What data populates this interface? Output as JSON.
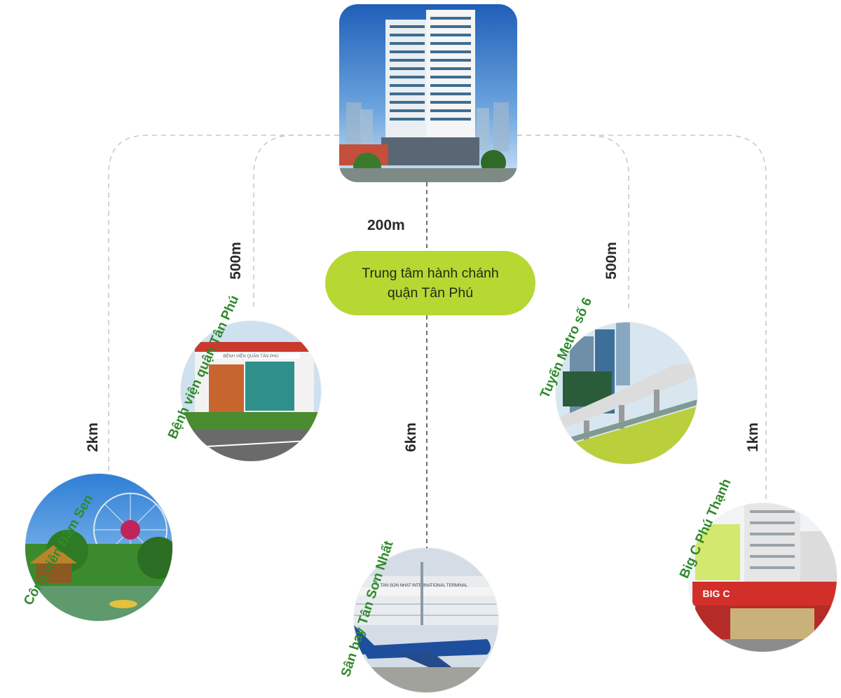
{
  "hub": {
    "name": "Trung tâm hành chánh quận Tân Phú",
    "name_line1": "Trung tâm hành chánh",
    "name_line2": "quận Tân Phú",
    "distance": "200m",
    "color": "#b7d733"
  },
  "colors": {
    "label_green": "#2f8a2c",
    "connector_gray": "#c9c9c9"
  },
  "points_of_interest": [
    {
      "id": "dam-sen",
      "name": "Công viên Đầm Sen",
      "distance": "2km"
    },
    {
      "id": "benh-vien",
      "name": "Bệnh viện quận Tân Phú",
      "distance": "500m"
    },
    {
      "id": "san-bay",
      "name": "Sân bay Tân Sơn Nhất",
      "distance": "6km"
    },
    {
      "id": "metro",
      "name": "Tuyến Metro số 6",
      "distance": "500m"
    },
    {
      "id": "big-c",
      "name": "Big C Phú Thạnh",
      "distance": "1km"
    }
  ],
  "images": {
    "airport_sign": "TAN SON NHAT INTERNATIONAL TERMINAL",
    "hospital_sign": "BỆNH VIỆN QUẬN TÂN PHÚ",
    "bigc_sign": "BIG C"
  }
}
